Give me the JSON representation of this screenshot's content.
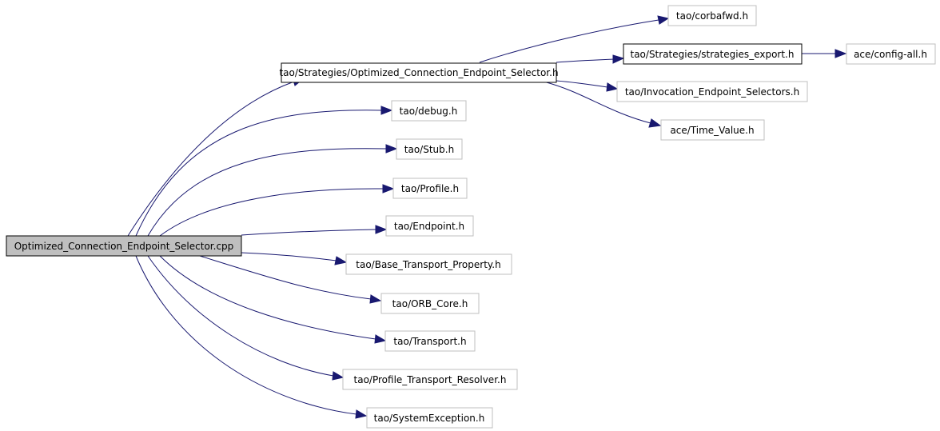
{
  "diagram": {
    "colors": {
      "edge": "#191970",
      "root_fill": "#bfbfbf",
      "border_solid": "#000000",
      "border_light": "#bfbfbf"
    },
    "nodes": {
      "root": "Optimized_Connection_Endpoint_Selector.cpp",
      "selector_h": "tao/Strategies/Optimized_Connection_Endpoint_Selector.h",
      "corbafwd": "tao/corbafwd.h",
      "strategies_export": "tao/Strategies/strategies_export.h",
      "config_all": "ace/config-all.h",
      "invocation_selectors": "tao/Invocation_Endpoint_Selectors.h",
      "time_value": "ace/Time_Value.h",
      "debug": "tao/debug.h",
      "stub": "tao/Stub.h",
      "profile": "tao/Profile.h",
      "endpoint": "tao/Endpoint.h",
      "base_transport_property": "tao/Base_Transport_Property.h",
      "orb_core": "tao/ORB_Core.h",
      "transport": "tao/Transport.h",
      "profile_transport_resolver": "tao/Profile_Transport_Resolver.h",
      "system_exception": "tao/SystemException.h"
    }
  }
}
